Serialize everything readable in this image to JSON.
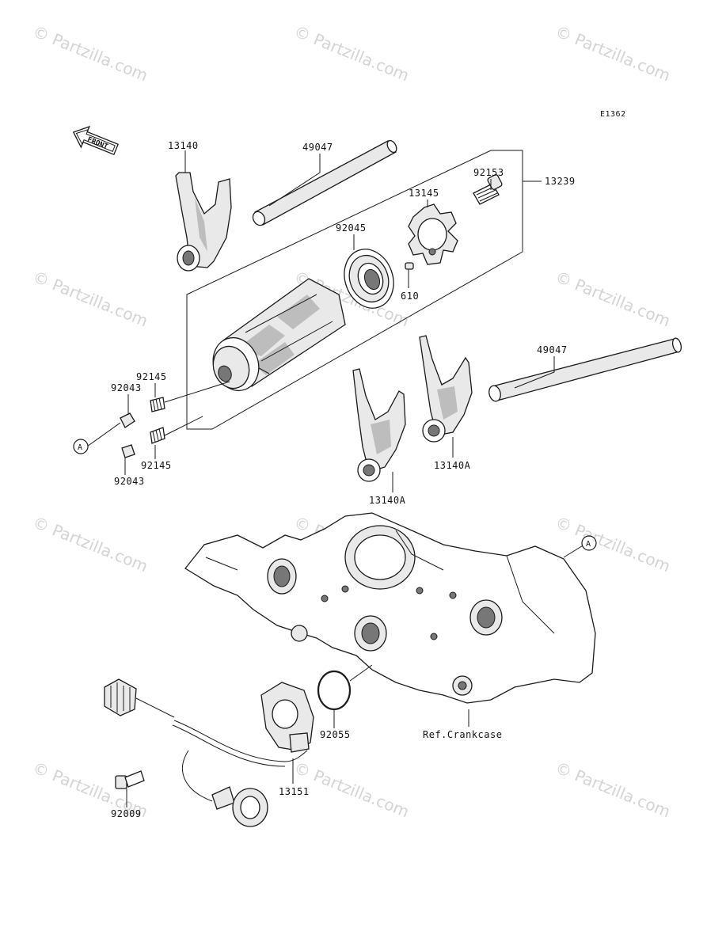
{
  "diagram": {
    "code": "E1362",
    "front_label": "FRONT",
    "watermark": "© Partzilla.com",
    "ref_a": "A",
    "parts": {
      "fork_top": "13140",
      "shaft_top": "49047",
      "pin_bolt": "92153",
      "holder": "13145",
      "drum_assy": "13239",
      "bearing": "92045",
      "pin": "610",
      "shaft_right": "49047",
      "spring_upper": "92145",
      "plunger_upper": "92043",
      "spring_lower": "92145",
      "plunger_lower": "92043",
      "fork_a_right": "13140A",
      "fork_a_left": "13140A",
      "oring": "92055",
      "crankcase": "Ref.Crankcase",
      "sensor": "13151",
      "bolt": "92009"
    }
  }
}
